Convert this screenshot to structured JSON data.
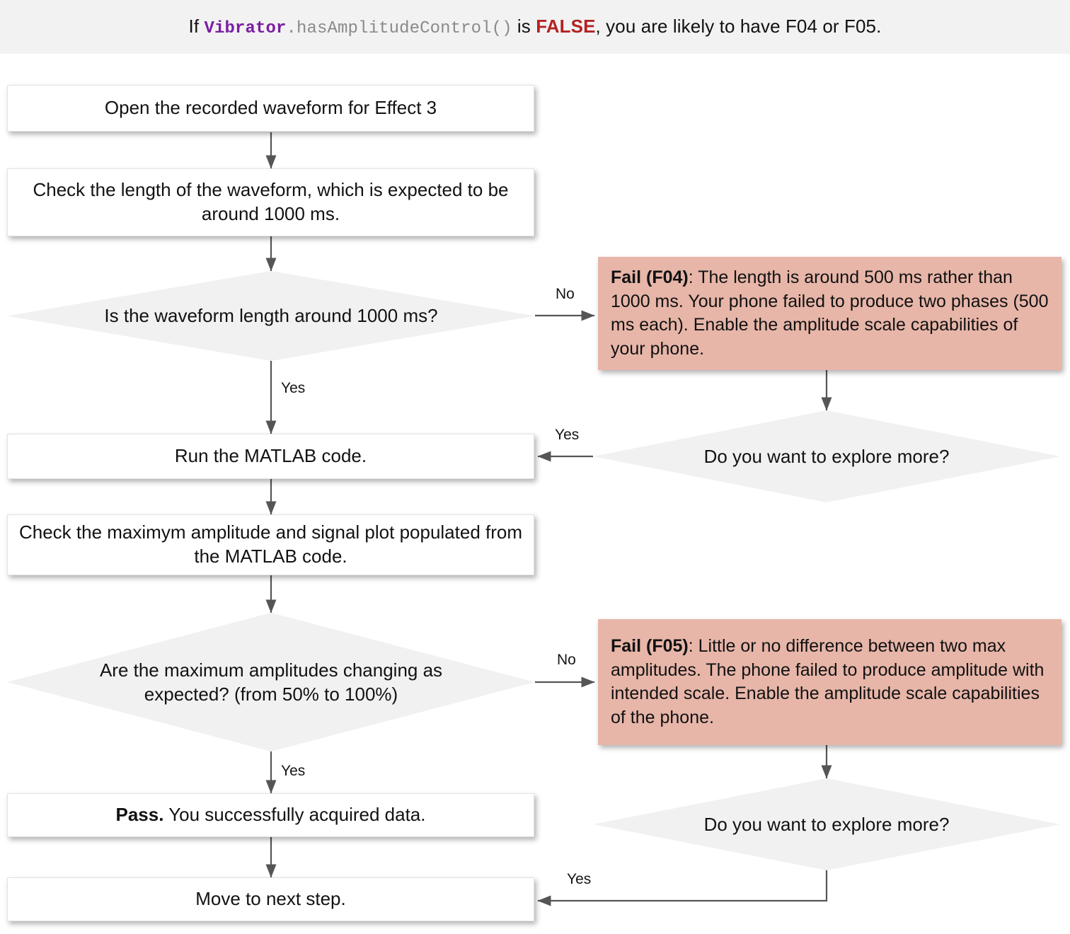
{
  "header": {
    "prefix": "If ",
    "class_name": "Vibrator",
    "method": ".hasAmplitudeControl()",
    "middle": " is ",
    "false_word": "FALSE",
    "suffix": ", you are likely to have F04 or F05.",
    "background": "#f2f2f2",
    "class_color": "#7b1fa2",
    "method_color": "#8a8a8a",
    "false_color": "#b32222"
  },
  "colors": {
    "process_fill": "#ffffff",
    "decision_fill": "#f1f1f1",
    "fail_fill": "#e7b6a9",
    "connector": "#555555",
    "text": "#121212"
  },
  "nodes": {
    "open_waveform": "Open the recorded waveform for Effect 3",
    "check_length": "Check the length of the waveform, which is expected to be around 1000 ms.",
    "decision_length": "Is the waveform length around 1000 ms?",
    "fail_f04_label": "Fail (F04)",
    "fail_f04_text": ": The length is around 500 ms rather than 1000 ms. Your phone failed to produce two phases (500 ms each). Enable the amplitude scale capabilities of your phone.",
    "explore_more_top": "Do you want to explore more?",
    "run_matlab": "Run the MATLAB code.",
    "check_amplitude": "Check the maximym amplitude and signal plot populated from the MATLAB code.",
    "decision_amplitude": "Are the maximum amplitudes changing as expected? (from 50% to 100%)",
    "fail_f05_label": "Fail (F05)",
    "fail_f05_text": ": Little or no difference between two max amplitudes. The phone failed to produce amplitude with intended scale. Enable the amplitude scale capabilities of the phone.",
    "explore_more_bottom": "Do you want to explore more?",
    "pass_label": "Pass.",
    "pass_text": " You successfully acquired data.",
    "move_next": "Move to next step."
  },
  "edges": {
    "no_length": "No",
    "yes_length": "Yes",
    "yes_explore_top": "Yes",
    "no_amplitude": "No",
    "yes_amplitude": "Yes",
    "yes_explore_bottom": "Yes"
  }
}
